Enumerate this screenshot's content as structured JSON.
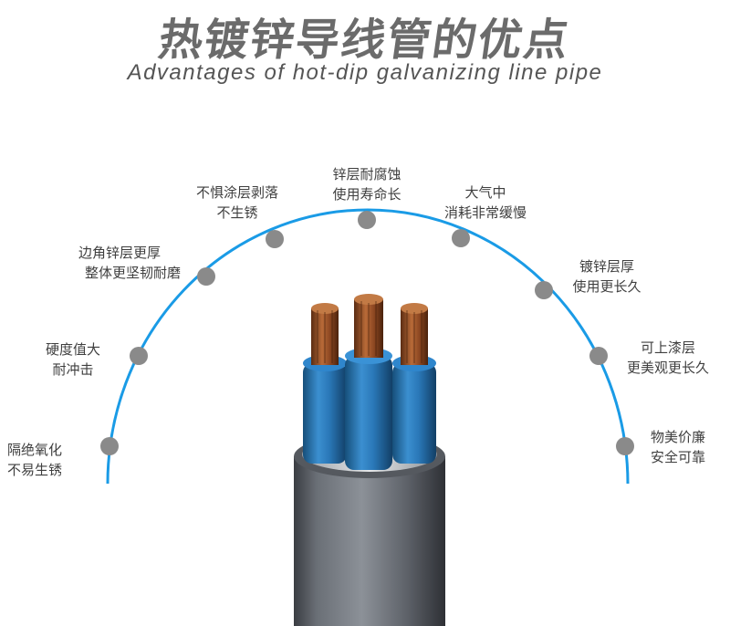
{
  "title": "热镀锌导线管的优点",
  "subtitle": "Advantages of hot-dip galvanizing line pipe",
  "colors": {
    "arc": "#1a9be6",
    "dot": "#8a8a8a",
    "title": "#6b6b6b"
  },
  "advantages": [
    {
      "line1": "隔绝氧化",
      "line2": "不易生锈"
    },
    {
      "line1": "硬度值大",
      "line2": "耐冲击"
    },
    {
      "line1": "边角锌层更厚",
      "line2": "整体更坚韧耐磨"
    },
    {
      "line1": "不惧涂层剥落",
      "line2": "不生锈"
    },
    {
      "line1": "锌层耐腐蚀",
      "line2": "使用寿命长"
    },
    {
      "line1": "大气中",
      "line2": "消耗非常缓慢"
    },
    {
      "line1": "镀锌层厚",
      "line2": "使用更长久"
    },
    {
      "line1": "可上漆层",
      "line2": "更美观更长久"
    },
    {
      "line1": "物美价廉",
      "line2": "安全可靠"
    }
  ]
}
